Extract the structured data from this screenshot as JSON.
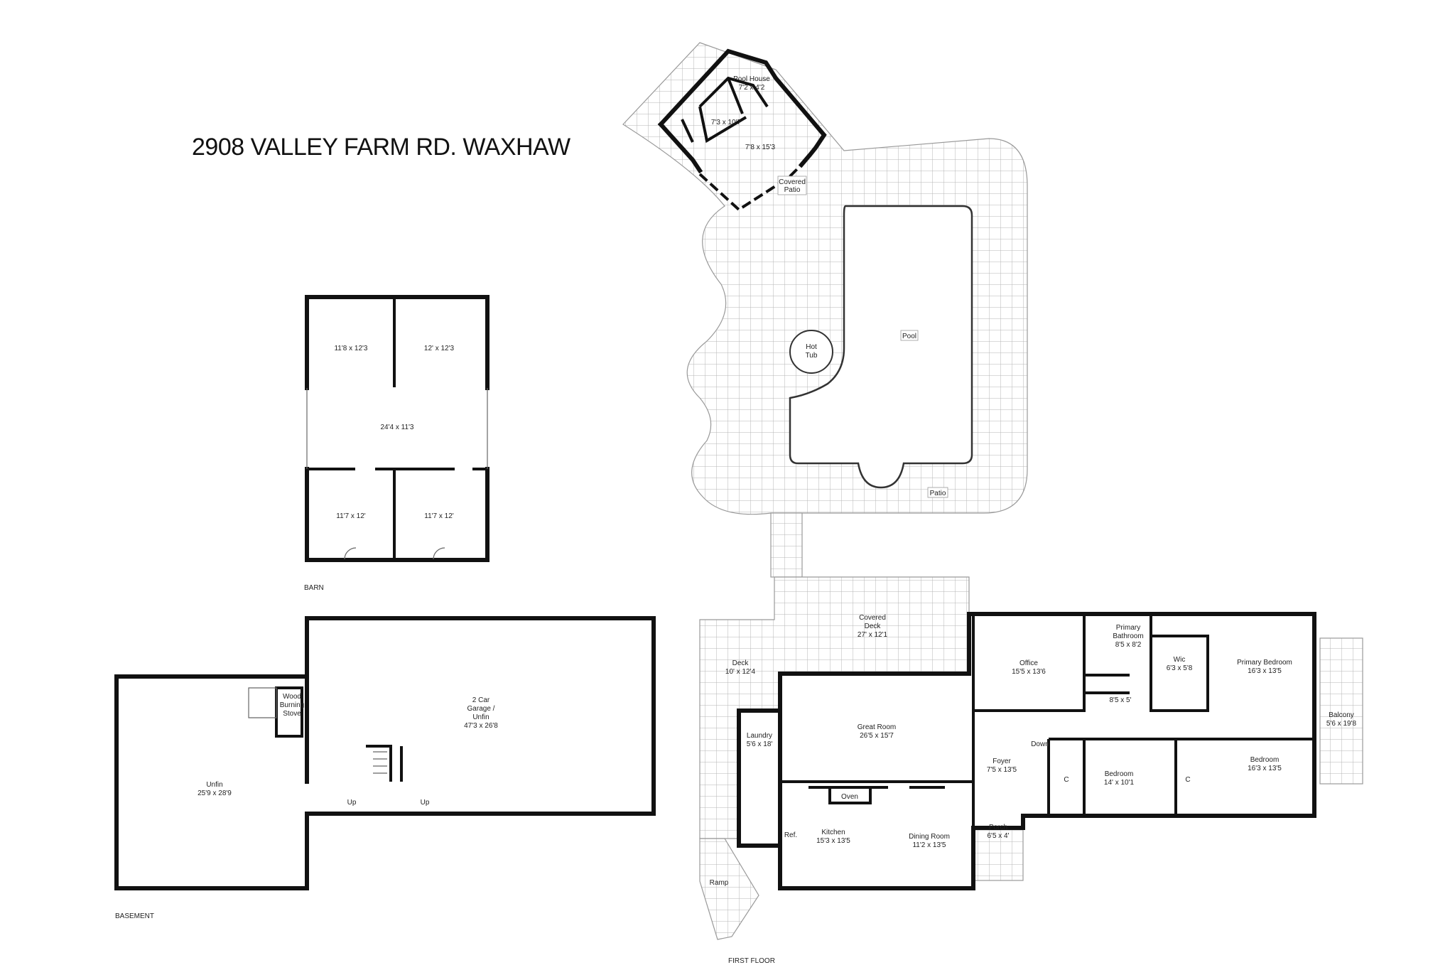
{
  "title": "2908 VALLEY FARM RD. WAXHAW",
  "sections": {
    "barn": "BARN",
    "basement": "BASEMENT",
    "first_floor": "FIRST FLOOR"
  },
  "barn": {
    "stall_tl": "11'8 x 12'3",
    "stall_tr": "12' x 12'3",
    "aisle": "24'4 x 11'3",
    "stall_bl": "11'7 x 12'",
    "stall_br": "11'7 x 12'"
  },
  "pool_area": {
    "pool_house": [
      "Pool House",
      "7'2 x 4'2"
    ],
    "bath": "7'3 x 10'7",
    "room": "7'8 x 15'3",
    "covered_patio": [
      "Covered",
      "Patio"
    ],
    "hot_tub": [
      "Hot",
      "Tub"
    ],
    "pool": "Pool",
    "patio": "Patio"
  },
  "basement": {
    "garage": [
      "2 Car",
      "Garage /",
      "Unfin",
      "47'3 x 26'8"
    ],
    "stove": [
      "Wood",
      "Burning",
      "Stove"
    ],
    "unfin": [
      "Unfin",
      "25'9 x 28'9"
    ],
    "up_left": "Up",
    "up_right": "Up"
  },
  "first_floor": {
    "covered_deck": [
      "Covered",
      "Deck",
      "27' x 12'1"
    ],
    "deck": [
      "Deck",
      "10' x 12'4"
    ],
    "office": [
      "Office",
      "15'5 x 13'6"
    ],
    "primary_bath": [
      "Primary",
      "Bathroom",
      "8'5 x 8'2"
    ],
    "wic": [
      "Wic",
      "6'3 x 5'8"
    ],
    "primary_bedroom": [
      "Primary Bedroom",
      "16'3 x 13'5"
    ],
    "small_bath": "8'5 x 5'",
    "balcony": [
      "Balcony",
      "5'6 x 19'8"
    ],
    "great_room": [
      "Great Room",
      "26'5 x 15'7"
    ],
    "laundry": [
      "Laundry",
      "5'6 x 18'"
    ],
    "foyer": [
      "Foyer",
      "7'5 x 13'5"
    ],
    "down": "Down",
    "bedroom1": [
      "Bedroom",
      "14' x 10'1"
    ],
    "bedroom2": [
      "Bedroom",
      "16'3 x 13'5"
    ],
    "closet": "C",
    "oven": "Oven",
    "kitchen": [
      "Kitchen",
      "15'3 x 13'5"
    ],
    "ref": "Ref.",
    "dining": [
      "Dining Room",
      "11'2 x 13'5"
    ],
    "porch": [
      "Porch",
      "6'5 x 4'"
    ],
    "ramp": "Ramp"
  }
}
